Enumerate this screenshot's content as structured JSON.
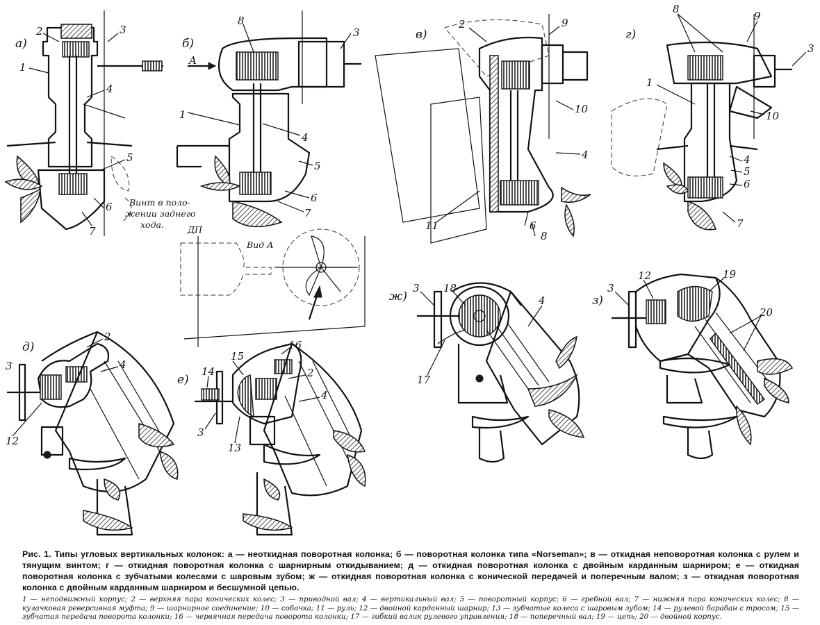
{
  "figure": {
    "views": {
      "a": {
        "letter": "а)",
        "callouts": [
          "1",
          "2",
          "3",
          "4",
          "5",
          "6",
          "7"
        ],
        "note": [
          "Винт в поло-",
          "жении заднего",
          "хода."
        ]
      },
      "b": {
        "letter": "б)",
        "arrow": "A",
        "callouts": [
          "1",
          "3",
          "4",
          "5",
          "6",
          "7",
          "8"
        ]
      },
      "v": {
        "letter": "в)",
        "callouts": [
          "2",
          "4",
          "6",
          "8",
          "9",
          "10",
          "11"
        ]
      },
      "g": {
        "letter": "г)",
        "callouts": [
          "1",
          "3",
          "4",
          "5",
          "6",
          "7",
          "8",
          "9",
          "10"
        ]
      },
      "view_a": {
        "dp": "ДП",
        "title": "Вид А"
      },
      "d": {
        "letter": "д)",
        "callouts": [
          "2",
          "3",
          "4",
          "12"
        ]
      },
      "e": {
        "letter": "е)",
        "callouts": [
          "2",
          "3",
          "4",
          "13",
          "14",
          "15",
          "16"
        ]
      },
      "zh": {
        "letter": "ж)",
        "callouts": [
          "3",
          "4",
          "17",
          "18"
        ]
      },
      "z": {
        "letter": "з)",
        "callouts": [
          "3",
          "12",
          "19",
          "20"
        ]
      }
    }
  },
  "caption": {
    "title": "Рис. 1. Типы угловых вертикальных колонок:",
    "text": " а — неоткидная поворотная колонка; б — поворотная колонка типа «Norseman»; в — откидная неповоротная колонка с рулем и тянущим винтом; г — откидная поворотная колонка с шарнирным откидыванием; д — откидная поворотная колонка с двойным карданным шарниром; е — откидная поворотная колонка с зубчатыми колесами с шаровым зубом; ж — откидная поворотная колонка с конической передачей и поперечным валом; з — откидная поворотная колонка с двойным карданным шарниром и бесшумной цепью.",
    "legend": "1 — неподвижный корпус; 2 — верхняя пара конических колес; 3 — приводной вал; 4 — вертикальный вал; 5 — поворотный корпус; 6 — гребной вал; 7 — нижняя пара конических колес; 8 — кулачковая реверсивная муфта; 9 — шарнирное соединение; 10 — собачка; 11 — руль; 12 — двойной карданный шарнир; 13 — зубчатые колеса с шаровым зубом; 14 — рулевой барабан с тросом; 15 — зубчатая передача поворота колонки; 16 — червячная передача поворота колонки; 17 — гибкий валик рулевого управления; 18 — поперечный вал; 19 — цепь; 20 — двойной корпус."
  }
}
